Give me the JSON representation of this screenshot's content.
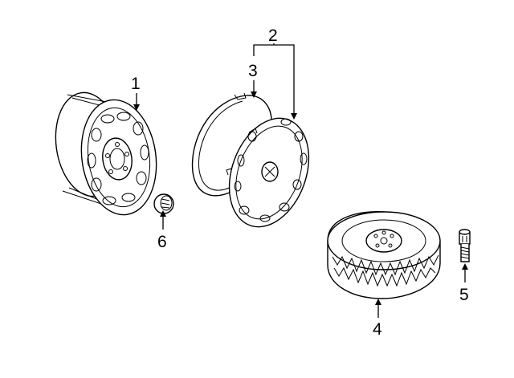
{
  "callouts": {
    "c1": "1",
    "c2": "2",
    "c3": "3",
    "c4": "4",
    "c5": "5",
    "c6": "6"
  },
  "colors": {
    "ink": "#000000",
    "background": "#ffffff"
  }
}
